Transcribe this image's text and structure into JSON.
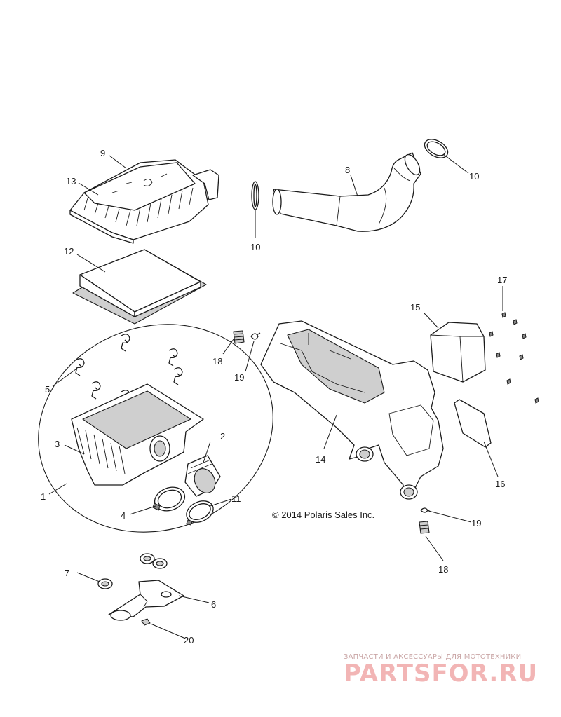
{
  "copyright": "© 2014 Polaris Sales Inc.",
  "watermark": {
    "tagline": "ЗАПЧАСТИ И АКСЕССУАРЫ ДЛЯ МОТОТЕХНИКИ",
    "brand": "PARTSFOR.RU",
    "color": "#f2b5b5"
  },
  "callouts": [
    "1",
    "2",
    "3",
    "4",
    "5",
    "6",
    "7",
    "8",
    "9",
    "10",
    "10",
    "11",
    "12",
    "13",
    "14",
    "15",
    "16",
    "17",
    "18",
    "18",
    "19",
    "19",
    "20"
  ]
}
